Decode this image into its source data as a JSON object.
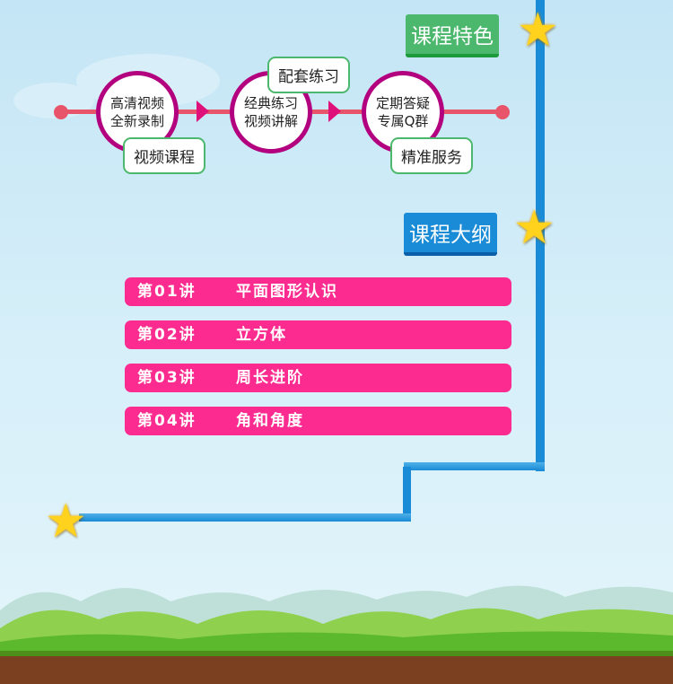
{
  "features": {
    "title": "课程特色",
    "steps": [
      {
        "lines": [
          "高清视频",
          "全新录制"
        ],
        "tag": "视频课程"
      },
      {
        "lines": [
          "经典练习",
          "视频讲解"
        ],
        "tag": "配套练习"
      },
      {
        "lines": [
          "定期答疑",
          "专属Q群"
        ],
        "tag": "精准服务"
      }
    ]
  },
  "outline": {
    "title": "课程大纲",
    "lectures": [
      {
        "num": "第01讲",
        "title": "平面图形认识"
      },
      {
        "num": "第02讲",
        "title": "立方体"
      },
      {
        "num": "第03讲",
        "title": "周长进阶"
      },
      {
        "num": "第04讲",
        "title": "角和角度"
      }
    ]
  },
  "colors": {
    "accent": "#fb2b8f",
    "green": "#4cb86e",
    "blue": "#1a8bd6",
    "ring": "#b3007f"
  }
}
